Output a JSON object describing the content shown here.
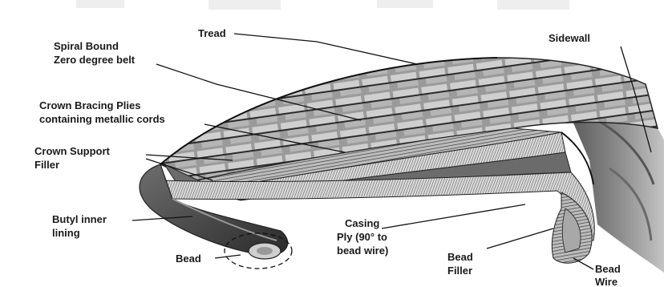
{
  "labels": {
    "tread": "Tread",
    "spiral_1": "Spiral Bound",
    "spiral_2": "Zero degree belt",
    "crown_plies_1": "Crown Bracing Plies",
    "crown_plies_2": "containing metallic cords",
    "crown_support_1": "Crown Support",
    "crown_support_2": "Filler",
    "sidewall": "Sidewall",
    "butyl_1": "Butyl inner",
    "butyl_2": "lining",
    "bead": "Bead",
    "casing_1": "Casing",
    "casing_2": "Ply (90° to",
    "casing_3": "bead wire)",
    "bead_filler_1": "Bead",
    "bead_filler_2": "Filler",
    "bead_wire_1": "Bead",
    "bead_wire_2": "Wire"
  }
}
